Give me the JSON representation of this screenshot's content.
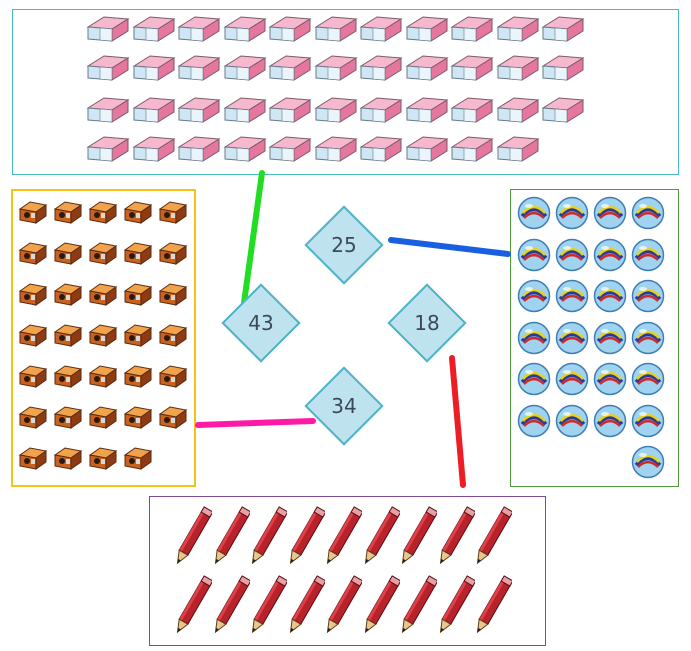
{
  "numbers": {
    "n25": "25",
    "n43": "43",
    "n18": "18",
    "n34": "34"
  },
  "groups": {
    "erasers": {
      "icon": "eraser-icon",
      "count": 43
    },
    "sharpeners": {
      "icon": "pencil-sharpener-icon",
      "count": 34
    },
    "marbles": {
      "icon": "marble-icon",
      "count": 25
    },
    "pencils": {
      "icon": "pencil-icon",
      "count": 18
    }
  },
  "colors": {
    "line_erasers": "#22dd22",
    "line_marbles": "#1a5fe0",
    "line_sharpeners": "#ff1aa5",
    "line_pencils": "#ee1c24",
    "diamond_fill": "#bfe3ee",
    "diamond_border": "#4fb3c8"
  }
}
